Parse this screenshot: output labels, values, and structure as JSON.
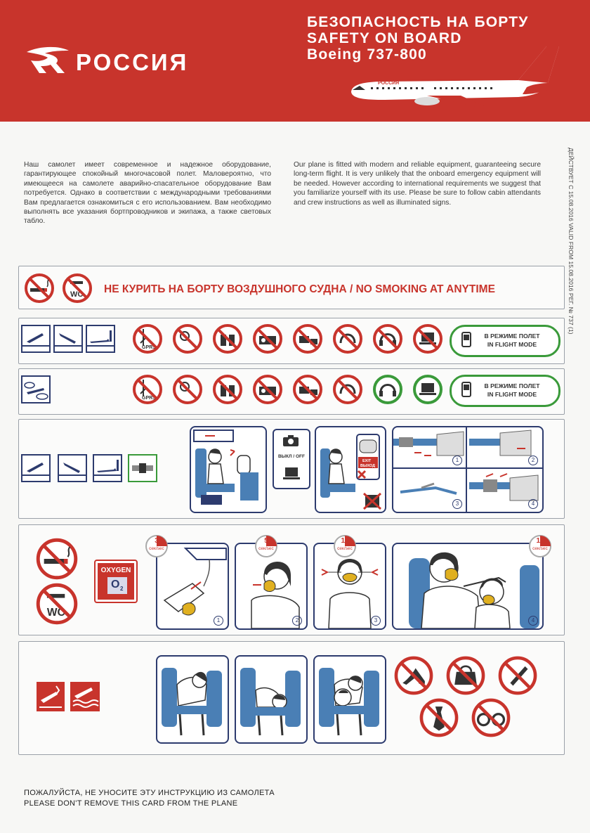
{
  "header": {
    "brand": "РОССИЯ",
    "title_ru": "БЕЗОПАСНОСТЬ НА БОРТУ",
    "title_en": "SAFETY ON BOARD",
    "aircraft": "Boeing 737-800",
    "plane_livery": "РОССИЯ"
  },
  "intro": {
    "ru": "Наш самолет имеет современное и надежное оборудование, гарантирующее спокойный многочасовой полет. Маловероятно, что имеющееся на самолете аварийно-спасательное оборудование Вам потребуется. Однако в соответствии с международными требованиями Вам предлагается ознакомиться с его использованием. Вам необходимо выполнять все указания бортпроводников и экипажа, а также световых табло.",
    "en": "Our plane is fitted with modern and reliable equipment, guaranteeing secure long-term flight. It is very unlikely that the onboard emergency equipment will be needed. However according to international requirements we suggest that you familiarize yourself with its use. Please be sure to follow cabin attendants and crew instructions as well as illuminated signs."
  },
  "side_note": "ДЕЙСТВУЕТ С 15.08.2016 VALID FROM 15.08.2016 РЕГ. № 737 (1)",
  "no_smoking": {
    "text": "НЕ КУРИТЬ НА БОРТУ ВОЗДУШНОГО СУДНА / NO SMOKING AT ANYTIME",
    "icons": [
      "no-smoking-icon",
      "no-smoking-wc-icon"
    ],
    "wc_label": "WC"
  },
  "devices_row1": {
    "icons": [
      "no-bluetooth-gprs-icon",
      "no-selfie-stick-icon",
      "no-walkie-talkie-icon",
      "no-radio-icon",
      "no-rc-toy-icon",
      "no-headphones-icon",
      "no-headset-icon",
      "no-laptop-icon"
    ],
    "gprs_label": "GPRS",
    "flight_mode_ru": "В РЕЖИМЕ ПОЛЕТ",
    "flight_mode_en": "IN FLIGHT MODE"
  },
  "devices_row2": {
    "icons": [
      "no-bluetooth-gprs-icon",
      "no-selfie-stick-icon",
      "no-walkie-talkie-icon",
      "no-radio-icon",
      "no-rc-toy-icon",
      "no-headphones-icon",
      "headset-allowed-icon",
      "laptop-allowed-icon"
    ],
    "gprs_label": "GPRS",
    "flight_mode_ru": "В РЕЖИМЕ ПОЛЕТ",
    "flight_mode_en": "IN FLIGHT MODE"
  },
  "takeoff_panel": {
    "off_label": "ВЫКЛ / OFF",
    "exit_label_en": "EXIT",
    "exit_label_ru": "ВЫХОД",
    "seatbelt_steps": [
      "1",
      "2",
      "3",
      "4"
    ]
  },
  "oxygen_panel": {
    "oxygen_label": "OXYGEN",
    "o2_label": "O",
    "o2_sub": "2",
    "wc_label": "WC",
    "timers": [
      {
        "value": "3",
        "unit": "сек/sec"
      },
      {
        "value": "5",
        "unit": "сек/sec"
      },
      {
        "value": "10",
        "unit": "сек/sec"
      },
      {
        "value": "15",
        "unit": "сек/sec"
      }
    ],
    "steps": [
      "1",
      "2",
      "3",
      "4"
    ]
  },
  "brace_panel": {
    "icons": [
      "no-high-heels-icon",
      "no-handbag-icon",
      "no-pen-icon",
      "no-tie-icon",
      "no-glasses-icon"
    ]
  },
  "footer": {
    "ru": "ПОЖАЛУЙСТА, НЕ УНОСИТЕ ЭТУ ИНСТРУКЦИЮ ИЗ САМОЛЕТА",
    "en": "PLEASE DON'T REMOVE THIS CARD FROM THE PLANE"
  },
  "colors": {
    "brand_red": "#c8342c",
    "navy": "#2d3b6e",
    "green": "#3a9a3a",
    "seat_blue": "#4a7fb5"
  }
}
